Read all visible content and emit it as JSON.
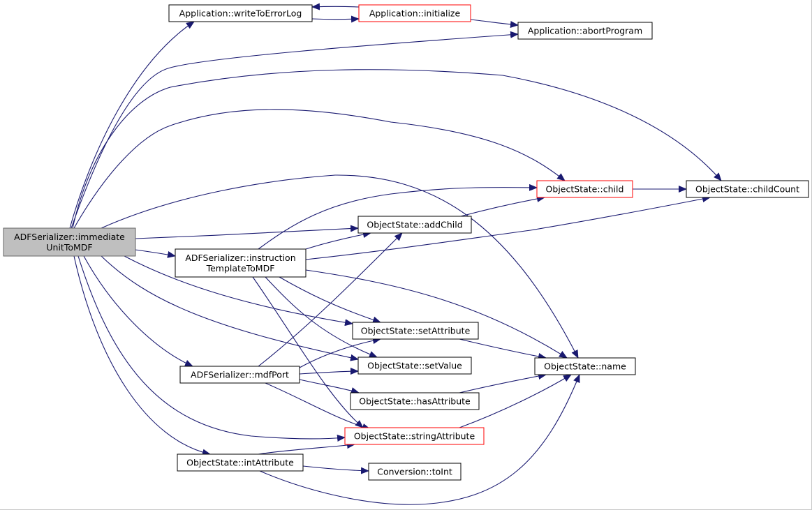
{
  "colors": {
    "edge": "#191970",
    "border_normal": "#000000",
    "border_truncated": "#ff0000",
    "root_fill": "#bfbfbf",
    "node_fill": "#ffffff"
  },
  "nodes": [
    {
      "id": "root",
      "lines": [
        "ADFSerializer::immediate",
        "UnitToMDF"
      ],
      "style": "root"
    },
    {
      "id": "writeToErrorLog",
      "lines": [
        "Application::writeToErrorLog"
      ],
      "style": "normal"
    },
    {
      "id": "initialize",
      "lines": [
        "Application::initialize"
      ],
      "style": "truncated"
    },
    {
      "id": "abortProgram",
      "lines": [
        "Application::abortProgram"
      ],
      "style": "normal"
    },
    {
      "id": "child",
      "lines": [
        "ObjectState::child"
      ],
      "style": "truncated"
    },
    {
      "id": "childCount",
      "lines": [
        "ObjectState::childCount"
      ],
      "style": "normal"
    },
    {
      "id": "addChild",
      "lines": [
        "ObjectState::addChild"
      ],
      "style": "normal"
    },
    {
      "id": "instructionTemplate",
      "lines": [
        "ADFSerializer::instruction",
        "TemplateToMDF"
      ],
      "style": "normal"
    },
    {
      "id": "setAttribute",
      "lines": [
        "ObjectState::setAttribute"
      ],
      "style": "normal"
    },
    {
      "id": "setValue",
      "lines": [
        "ObjectState::setValue"
      ],
      "style": "normal"
    },
    {
      "id": "mdfPort",
      "lines": [
        "ADFSerializer::mdfPort"
      ],
      "style": "normal"
    },
    {
      "id": "name",
      "lines": [
        "ObjectState::name"
      ],
      "style": "normal"
    },
    {
      "id": "hasAttribute",
      "lines": [
        "ObjectState::hasAttribute"
      ],
      "style": "normal"
    },
    {
      "id": "stringAttribute",
      "lines": [
        "ObjectState::stringAttribute"
      ],
      "style": "truncated"
    },
    {
      "id": "intAttribute",
      "lines": [
        "ObjectState::intAttribute"
      ],
      "style": "normal"
    },
    {
      "id": "toInt",
      "lines": [
        "Conversion::toInt"
      ],
      "style": "normal"
    }
  ],
  "edges": [
    {
      "from": "root",
      "to": "writeToErrorLog"
    },
    {
      "from": "root",
      "to": "abortProgram"
    },
    {
      "from": "root",
      "to": "childCount"
    },
    {
      "from": "root",
      "to": "child"
    },
    {
      "from": "root",
      "to": "name"
    },
    {
      "from": "root",
      "to": "addChild"
    },
    {
      "from": "root",
      "to": "instructionTemplate"
    },
    {
      "from": "root",
      "to": "setAttribute"
    },
    {
      "from": "root",
      "to": "setValue"
    },
    {
      "from": "root",
      "to": "mdfPort"
    },
    {
      "from": "root",
      "to": "stringAttribute"
    },
    {
      "from": "root",
      "to": "intAttribute"
    },
    {
      "from": "writeToErrorLog",
      "to": "initialize"
    },
    {
      "from": "initialize",
      "to": "writeToErrorLog"
    },
    {
      "from": "initialize",
      "to": "abortProgram"
    },
    {
      "from": "child",
      "to": "childCount"
    },
    {
      "from": "addChild",
      "to": "child"
    },
    {
      "from": "instructionTemplate",
      "to": "child"
    },
    {
      "from": "instructionTemplate",
      "to": "addChild"
    },
    {
      "from": "instructionTemplate",
      "to": "childCount"
    },
    {
      "from": "instructionTemplate",
      "to": "setAttribute"
    },
    {
      "from": "instructionTemplate",
      "to": "setValue"
    },
    {
      "from": "instructionTemplate",
      "to": "name"
    },
    {
      "from": "instructionTemplate",
      "to": "stringAttribute"
    },
    {
      "from": "mdfPort",
      "to": "addChild"
    },
    {
      "from": "mdfPort",
      "to": "setAttribute"
    },
    {
      "from": "mdfPort",
      "to": "setValue"
    },
    {
      "from": "mdfPort",
      "to": "hasAttribute"
    },
    {
      "from": "mdfPort",
      "to": "stringAttribute"
    },
    {
      "from": "setAttribute",
      "to": "name"
    },
    {
      "from": "hasAttribute",
      "to": "name"
    },
    {
      "from": "stringAttribute",
      "to": "name"
    },
    {
      "from": "intAttribute",
      "to": "stringAttribute"
    },
    {
      "from": "intAttribute",
      "to": "toInt"
    },
    {
      "from": "intAttribute",
      "to": "name"
    }
  ]
}
